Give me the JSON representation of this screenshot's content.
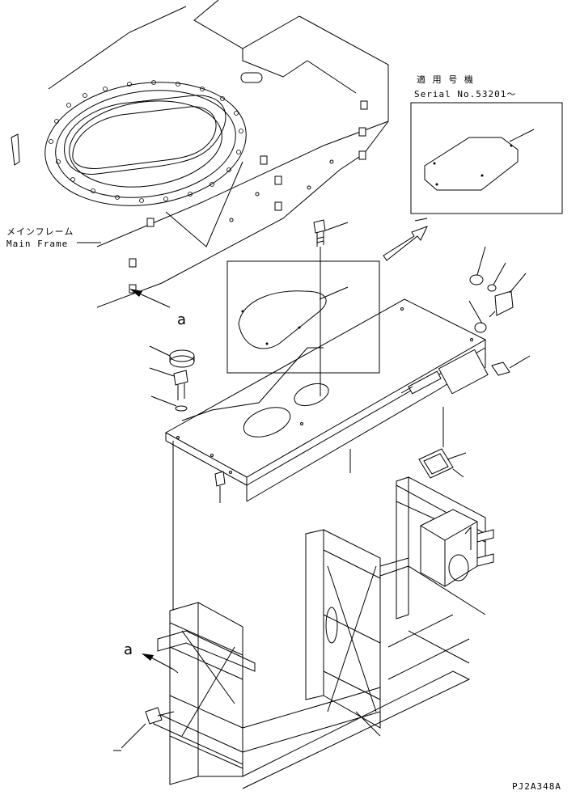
{
  "labels": {
    "serial_jp": "適 用 号 機",
    "serial_en": "Serial No.53201～",
    "frame_jp": "メインフレーム",
    "frame_en": "Main Frame",
    "view_a_top": "a",
    "view_a_bottom": "a",
    "drawing_code": "PJ2A348A"
  }
}
